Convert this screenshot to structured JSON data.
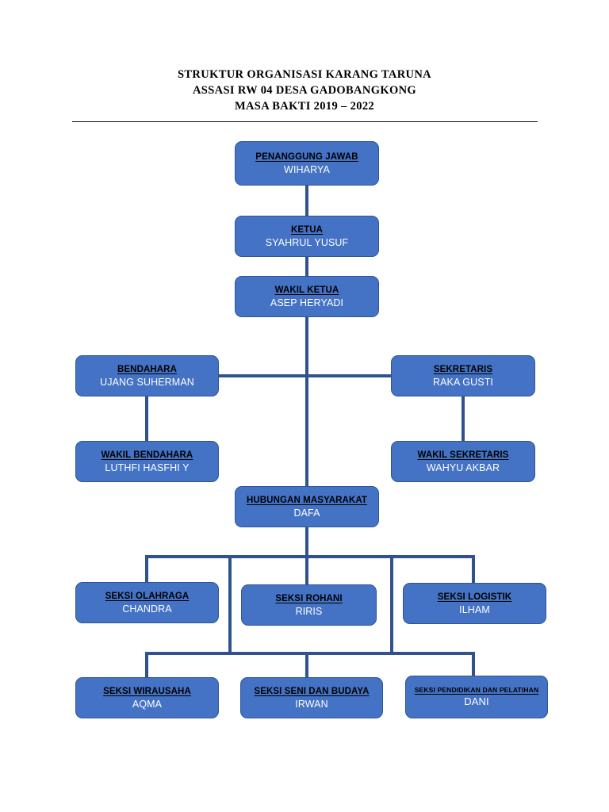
{
  "document": {
    "title_lines": [
      "STRUKTUR ORGANISASI KARANG TARUNA",
      "ASSASI RW 04 DESA GADOBANGKONG",
      "MASA BAKTI 2019 – 2022"
    ],
    "organization": "KARANG TARUNA ASSASI RW 04 DESA GADOBANGKONG",
    "term": "2019 – 2022"
  },
  "theme": {
    "box_fill": "#4472C4",
    "box_border": "#2F5597",
    "connector": "#30538F",
    "role_text": "#000000",
    "person_text": "#FFFFFF",
    "rule": "#0D0D0D",
    "page_background": "#FFFFFF"
  },
  "chart_data": {
    "type": "org-chart",
    "title": "STRUKTUR ORGANISASI KARANG TARUNA ASSASI RW 04 DESA GADOBANGKONG MASA BAKTI 2019 – 2022",
    "nodes": [
      {
        "id": "penanggung-jawab",
        "role": "PENANGGUNG JAWAB",
        "person": "WIHARYA",
        "level": 0,
        "parent": null
      },
      {
        "id": "ketua",
        "role": "KETUA",
        "person": "SYAHRUL YUSUF",
        "level": 1,
        "parent": "penanggung-jawab"
      },
      {
        "id": "wakil-ketua",
        "role": "WAKIL KETUA",
        "person": "ASEP HERYADI",
        "level": 2,
        "parent": "ketua"
      },
      {
        "id": "bendahara",
        "role": "BENDAHARA",
        "person": "UJANG SUHERMAN",
        "level": 3,
        "parent": "wakil-ketua"
      },
      {
        "id": "sekretaris",
        "role": "SEKRETARIS",
        "person": "RAKA GUSTI",
        "level": 3,
        "parent": "wakil-ketua"
      },
      {
        "id": "wakil-bendahara",
        "role": "WAKIL BENDAHARA",
        "person": "LUTHFI HASFHI Y",
        "level": 4,
        "parent": "bendahara"
      },
      {
        "id": "wakil-sekretaris",
        "role": "WAKIL SEKRETARIS",
        "person": "WAHYU AKBAR",
        "level": 4,
        "parent": "sekretaris"
      },
      {
        "id": "humas",
        "role": "HUBUNGAN MASYARAKAT",
        "person": "DAFA",
        "level": 5,
        "parent": "wakil-ketua"
      },
      {
        "id": "seksi-olahraga",
        "role": "SEKSI OLAHRAGA",
        "person": "CHANDRA",
        "level": 6,
        "parent": "humas"
      },
      {
        "id": "seksi-rohani",
        "role": "SEKSI ROHANI",
        "person": "RIRIS",
        "level": 6,
        "parent": "humas"
      },
      {
        "id": "seksi-logistik",
        "role": "SEKSI LOGISTIK",
        "person": "ILHAM",
        "level": 6,
        "parent": "humas"
      },
      {
        "id": "seksi-wirausaha",
        "role": "SEKSI WIRAUSAHA",
        "person": "AQMA",
        "level": 7,
        "parent": "humas"
      },
      {
        "id": "seksi-seni-budaya",
        "role": "SEKSI SENI DAN BUDAYA",
        "person": "IRWAN",
        "level": 7,
        "parent": "humas"
      },
      {
        "id": "seksi-pendidikan",
        "role": "SEKSI PENDIDIKAN DAN PELATIHAN",
        "person": "DANI",
        "level": 7,
        "parent": "humas"
      }
    ],
    "edges": [
      {
        "from": "penanggung-jawab",
        "to": "ketua"
      },
      {
        "from": "ketua",
        "to": "wakil-ketua"
      },
      {
        "from": "wakil-ketua",
        "to": "bendahara"
      },
      {
        "from": "wakil-ketua",
        "to": "sekretaris"
      },
      {
        "from": "bendahara",
        "to": "wakil-bendahara"
      },
      {
        "from": "sekretaris",
        "to": "wakil-sekretaris"
      },
      {
        "from": "wakil-ketua",
        "to": "humas"
      },
      {
        "from": "humas",
        "to": "seksi-olahraga"
      },
      {
        "from": "humas",
        "to": "seksi-rohani"
      },
      {
        "from": "humas",
        "to": "seksi-logistik"
      },
      {
        "from": "humas",
        "to": "seksi-wirausaha"
      },
      {
        "from": "humas",
        "to": "seksi-seni-budaya"
      },
      {
        "from": "humas",
        "to": "seksi-pendidikan"
      }
    ]
  }
}
